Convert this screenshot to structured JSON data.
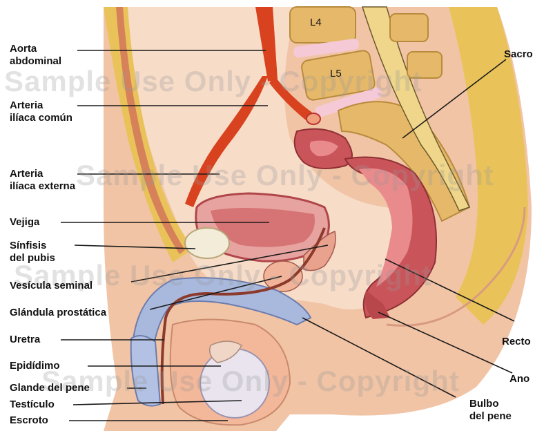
{
  "watermark": "Sample Use Only - Copyright",
  "vertebrae": [
    "L4",
    "L5"
  ],
  "labels_left": [
    {
      "id": "aorta",
      "line1": "Aorta",
      "line2": "abdominal"
    },
    {
      "id": "iliaca-comun",
      "line1": "Arteria",
      "line2": "ilíaca común"
    },
    {
      "id": "iliaca-externa",
      "line1": "Arteria",
      "line2": "ilíaca externa"
    },
    {
      "id": "vejiga",
      "line1": "Vejiga"
    },
    {
      "id": "sinfisis",
      "line1": "Sínfisis",
      "line2": "del pubis"
    },
    {
      "id": "vesicula",
      "line1": "Vesícula seminal"
    },
    {
      "id": "prostata",
      "line1": "Glándula prostática"
    },
    {
      "id": "uretra",
      "line1": "Uretra"
    },
    {
      "id": "epididimo",
      "line1": "Epidídimo"
    },
    {
      "id": "glande",
      "line1": "Glande del pene"
    },
    {
      "id": "testiculo",
      "line1": "Testículo"
    },
    {
      "id": "escroto",
      "line1": "Escroto"
    }
  ],
  "labels_right": [
    {
      "id": "sacro",
      "line1": "Sacro"
    },
    {
      "id": "recto",
      "line1": "Recto"
    },
    {
      "id": "ano",
      "line1": "Ano"
    },
    {
      "id": "bulbo",
      "line1": "Bulbo",
      "line2": "del pene"
    }
  ],
  "colors": {
    "skin": "#f1c4a6",
    "fat": "#e9c35a",
    "muscle": "#c9555a",
    "artery": "#d9421f",
    "bone": "#e6b96a",
    "disc": "#f6c9d6",
    "cavity": "#f7dcc8",
    "erectile": "#a9b9dd",
    "testis": "#e9e4ee"
  }
}
